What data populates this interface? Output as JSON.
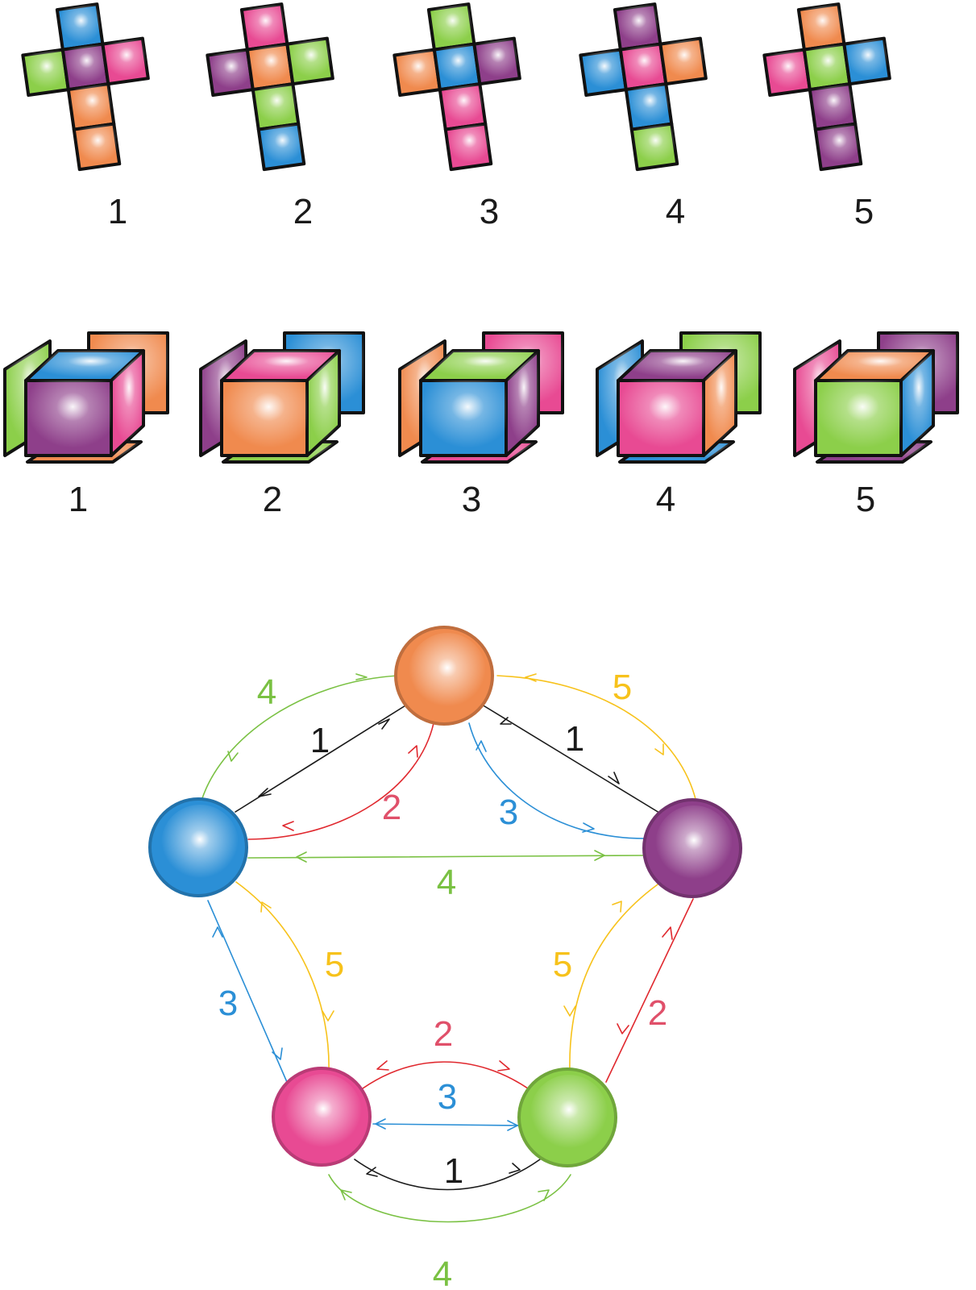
{
  "colors": {
    "blue": "#2b8fd6",
    "green": "#8ccf4a",
    "purple": "#8e3f8a",
    "pink": "#e84a93",
    "orange": "#f08a4e",
    "edge_black": "#1a1a1a",
    "edge_red": "#e0282e",
    "edge_blue": "#2b8fd6",
    "edge_green": "#7ac143",
    "edge_yellow": "#f7c21b",
    "label_red": "#e0506a",
    "label_blue": "#2b8fd6",
    "label_green": "#7ac143",
    "label_yellow": "#f7c21b",
    "label_black": "#1a1a1a"
  },
  "nets": [
    {
      "label": "1",
      "faces": {
        "top": "blue",
        "left": "green",
        "center": "purple",
        "right": "pink",
        "bottom1": "orange",
        "bottom2": "orange"
      }
    },
    {
      "label": "2",
      "faces": {
        "top": "pink",
        "left": "purple",
        "center": "orange",
        "right": "green",
        "bottom1": "green",
        "bottom2": "blue"
      }
    },
    {
      "label": "3",
      "faces": {
        "top": "green",
        "left": "orange",
        "center": "blue",
        "right": "purple",
        "bottom1": "pink",
        "bottom2": "pink"
      }
    },
    {
      "label": "4",
      "faces": {
        "top": "purple",
        "left": "blue",
        "center": "pink",
        "right": "orange",
        "bottom1": "blue",
        "bottom2": "green"
      }
    },
    {
      "label": "5",
      "faces": {
        "top": "orange",
        "left": "pink",
        "center": "green",
        "right": "blue",
        "bottom1": "purple",
        "bottom2": "purple"
      }
    }
  ],
  "cubes": [
    {
      "label": "1",
      "faces": {
        "front": "purple",
        "top": "blue",
        "right": "pink",
        "back": "orange",
        "left": "green",
        "bottom": "orange"
      }
    },
    {
      "label": "2",
      "faces": {
        "front": "orange",
        "top": "pink",
        "right": "green",
        "back": "blue",
        "left": "purple",
        "bottom": "green"
      }
    },
    {
      "label": "3",
      "faces": {
        "front": "blue",
        "top": "green",
        "right": "purple",
        "back": "pink",
        "left": "orange",
        "bottom": "pink"
      }
    },
    {
      "label": "4",
      "faces": {
        "front": "pink",
        "top": "purple",
        "right": "orange",
        "back": "green",
        "left": "blue",
        "bottom": "blue"
      }
    },
    {
      "label": "5",
      "faces": {
        "front": "green",
        "top": "orange",
        "right": "blue",
        "back": "purple",
        "left": "pink",
        "bottom": "purple"
      }
    }
  ],
  "graph": {
    "nodes": [
      {
        "id": "orange",
        "color": "orange"
      },
      {
        "id": "blue",
        "color": "blue"
      },
      {
        "id": "purple",
        "color": "purple"
      },
      {
        "id": "pink",
        "color": "pink"
      },
      {
        "id": "green",
        "color": "green"
      }
    ],
    "edges": [
      {
        "from": "blue",
        "to": "orange",
        "label": "4",
        "color": "green"
      },
      {
        "from": "blue",
        "to": "orange",
        "label": "1",
        "color": "black"
      },
      {
        "from": "purple",
        "to": "orange",
        "label": "5",
        "color": "yellow"
      },
      {
        "from": "purple",
        "to": "orange",
        "label": "1",
        "color": "black"
      },
      {
        "from": "orange",
        "to": "blue",
        "label": "2",
        "color": "red"
      },
      {
        "from": "orange",
        "to": "purple",
        "label": "3",
        "color": "blue"
      },
      {
        "from": "blue",
        "to": "purple",
        "label": "4",
        "color": "green"
      },
      {
        "from": "blue",
        "to": "pink",
        "label": "5",
        "color": "yellow"
      },
      {
        "from": "blue",
        "to": "pink",
        "label": "3",
        "color": "blue"
      },
      {
        "from": "purple",
        "to": "green",
        "label": "5",
        "color": "yellow"
      },
      {
        "from": "purple",
        "to": "green",
        "label": "2",
        "color": "red"
      },
      {
        "from": "pink",
        "to": "green",
        "label": "2",
        "color": "red"
      },
      {
        "from": "pink",
        "to": "green",
        "label": "3",
        "color": "blue"
      },
      {
        "from": "pink",
        "to": "green",
        "label": "1",
        "color": "black"
      },
      {
        "from": "pink",
        "to": "green",
        "label": "4",
        "color": "green"
      }
    ]
  }
}
